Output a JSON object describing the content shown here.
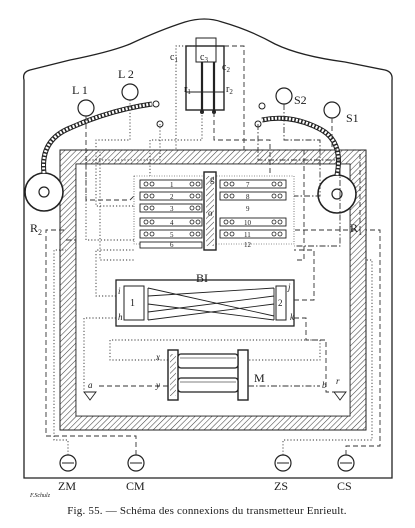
{
  "terminals": {
    "L1": "L 1",
    "L2": "L 2",
    "S2": "S2",
    "S1": "S1",
    "ZM": "ZM",
    "CM": "CM",
    "ZS": "ZS",
    "CS": "CS"
  },
  "receivers": {
    "R2": "R",
    "R2_sub": "2",
    "R1": "R",
    "R1_sub": "1"
  },
  "contacts": {
    "c1": "c",
    "c1_sub": "1",
    "c2": "c",
    "c2_sub": "2",
    "c3": "c",
    "c3_sub": "3",
    "r1": "r",
    "r1_sub": "1",
    "r2": "r",
    "r2_sub": "2"
  },
  "switch_labels": {
    "g": "g",
    "o": "o"
  },
  "switch_numbers": [
    "1",
    "7",
    "2",
    "8",
    "3",
    "9",
    "4",
    "10",
    "5",
    "11",
    "6",
    "12"
  ],
  "coil": {
    "label": "BI",
    "left_num": "1",
    "right_num": "2",
    "i": "i",
    "j": "j",
    "h": "h",
    "k": "k"
  },
  "magnet": {
    "label": "M",
    "x": "x",
    "y": "y"
  },
  "corners": {
    "a": "a",
    "b": "b",
    "r": "r"
  },
  "signature": "F.Schulz",
  "caption": "Fig. 55. — Schéma des connexions du transmetteur Enrieult."
}
